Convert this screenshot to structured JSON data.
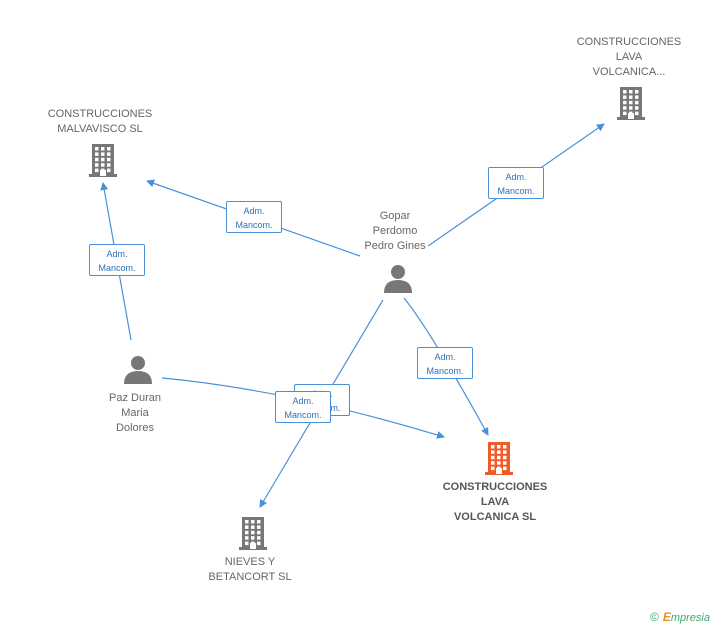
{
  "colors": {
    "company": "#777777",
    "focus_company": "#f05a28",
    "person": "#777777",
    "edge": "#4a90d9"
  },
  "nodes": {
    "malvavisco": {
      "label_lines": [
        "CONSTRUCCIONES",
        "MALVAVISCO SL"
      ],
      "icon": "building-icon"
    },
    "lava_top": {
      "label_lines": [
        "CONSTRUCCIONES",
        "LAVA",
        "VOLCANICA..."
      ],
      "icon": "building-icon"
    },
    "gopar": {
      "label_lines": [
        "Gopar",
        "Perdomo",
        "Pedro Gines"
      ],
      "icon": "person-icon"
    },
    "paz": {
      "label_lines": [
        "Paz Duran",
        "Maria",
        "Dolores"
      ],
      "icon": "person-icon"
    },
    "lava_focus": {
      "label_lines": [
        "CONSTRUCCIONES",
        "LAVA",
        "VOLCANICA SL"
      ],
      "icon": "building-icon"
    },
    "nieves": {
      "label_lines": [
        "NIEVES Y",
        "BETANCORT SL"
      ],
      "icon": "building-icon"
    }
  },
  "edge_labels": {
    "paz_malvavisco": [
      "Adm.",
      "Mancom."
    ],
    "gopar_malvavisco": [
      "Adm.",
      "Mancom."
    ],
    "gopar_lava_top": [
      "Adm.",
      "Mancom."
    ],
    "gopar_lava_focus": [
      "Adm.",
      "Mancom."
    ],
    "paz_lava_focus": [
      "Adm.",
      "Mancom."
    ],
    "gopar_nieves": [
      "Adm.",
      "Mancom."
    ]
  },
  "footer": {
    "copyright": "©",
    "brand_initial": "E",
    "brand_rest": "mpresia"
  }
}
